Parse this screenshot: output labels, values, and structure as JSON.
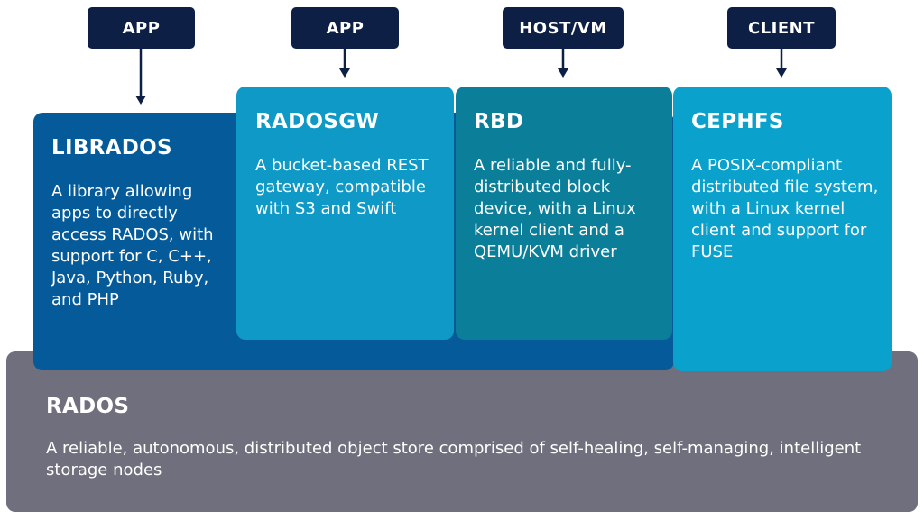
{
  "colors": {
    "tag_bg": "#0d1f45",
    "librados": "#055b99",
    "radosgw": "#0e99c7",
    "rbd": "#0b7e99",
    "cephfs": "#0aa2cd",
    "rados": "#6f6f7d"
  },
  "tags": [
    "APP",
    "APP",
    "HOST/VM",
    "CLIENT"
  ],
  "librados": {
    "title": "LIBRADOS",
    "description": "A library allowing apps to directly access RADOS, with support for C, C++, Java, Python, Ruby, and PHP"
  },
  "radosgw": {
    "title": "RADOSGW",
    "description": "A bucket-based REST gateway, compatible with S3 and Swift"
  },
  "rbd": {
    "title": "RBD",
    "description": "A reliable and fully-distributed block device, with a Linux kernel client and a QEMU/KVM driver"
  },
  "cephfs": {
    "title": "CEPHFS",
    "description": "A POSIX-compliant distributed file system, with a Linux kernel client and support for FUSE"
  },
  "rados": {
    "title": "RADOS",
    "description": "A reliable, autonomous, distributed object store comprised of self-healing, self-managing, intelligent storage nodes"
  }
}
